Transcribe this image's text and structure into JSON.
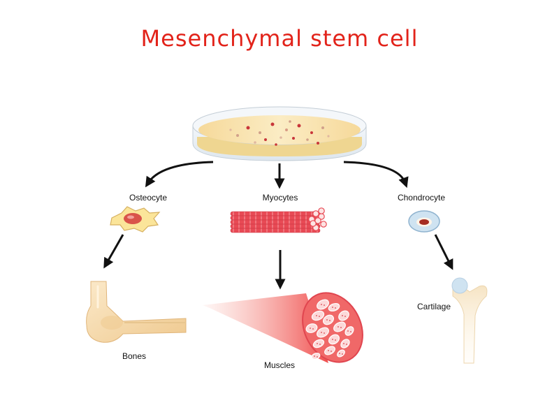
{
  "title": "Mesenchymal stem cell",
  "cells": {
    "osteocyte": "Osteocyte",
    "myocytes": "Myocytes",
    "chondrocyte": "Chondrocyte"
  },
  "tissues": {
    "bones": "Bones",
    "muscles": "Muscles",
    "cartilage": "Cartilage"
  },
  "colors": {
    "title": "#e2231a",
    "arrow": "#111111",
    "muscle": "#e84a55",
    "bone": "#f5dfb8",
    "osteocyte_body": "#fbe59a",
    "chondrocyte_body": "#cfe3f1"
  }
}
